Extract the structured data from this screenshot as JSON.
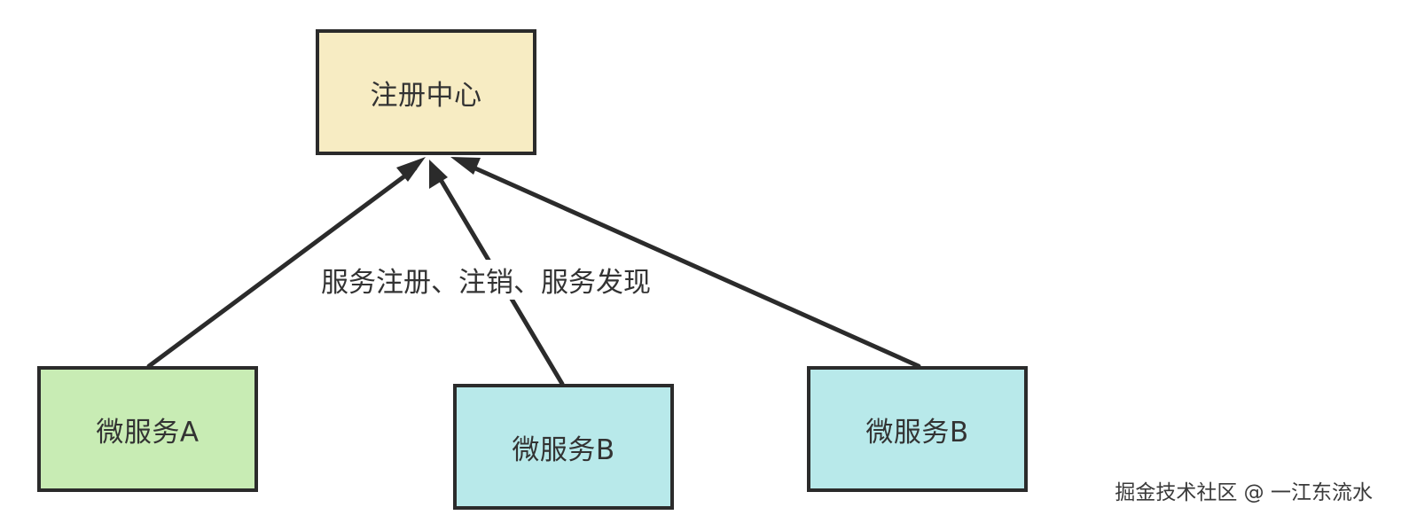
{
  "colors": {
    "registry_fill": "#f7ecc3",
    "service_a_fill": "#c8ecb4",
    "service_b_fill": "#b8e9ea",
    "stroke": "#2b2b2b",
    "text": "#333333"
  },
  "nodes": {
    "registry": "注册中心",
    "service_a": "微服务A",
    "service_b_middle": "微服务B",
    "service_b_right": "微服务B"
  },
  "edge_label": "服务注册、注销、服务发现",
  "watermark": "掘金技术社区 @ 一江东流水"
}
